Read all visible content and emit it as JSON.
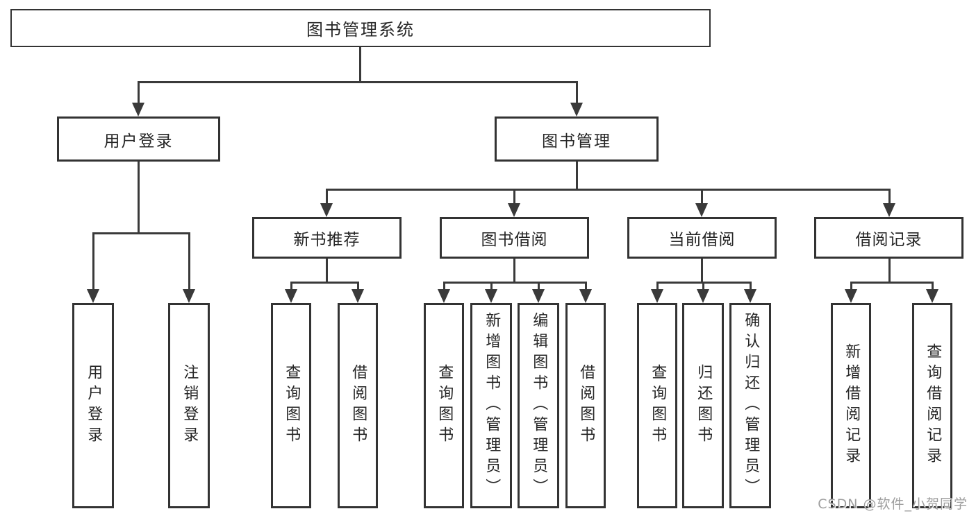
{
  "diagram": {
    "root": {
      "label": "图书管理系统"
    },
    "branches": [
      {
        "label": "用户登录",
        "children": [
          {
            "label": "用户登录"
          },
          {
            "label": "注销登录"
          }
        ]
      },
      {
        "label": "图书管理",
        "children": [
          {
            "label": "新书推荐",
            "children": [
              {
                "label": "查询图书"
              },
              {
                "label": "借阅图书"
              }
            ]
          },
          {
            "label": "图书借阅",
            "children": [
              {
                "label": "查询图书"
              },
              {
                "label": "新增图书（管理员）"
              },
              {
                "label": "编辑图书（管理员）"
              },
              {
                "label": "借阅图书"
              }
            ]
          },
          {
            "label": "当前借阅",
            "children": [
              {
                "label": "查询图书"
              },
              {
                "label": "归还图书"
              },
              {
                "label": "确认归还（管理员）"
              }
            ]
          },
          {
            "label": "借阅记录",
            "children": [
              {
                "label": "新增借阅记录"
              },
              {
                "label": "查询借阅记录"
              }
            ]
          }
        ]
      }
    ]
  },
  "watermark": {
    "text": "CSDN @软件_小贺同学"
  },
  "colors": {
    "line": "#3a3a3a",
    "border": "#333333",
    "text": "#262626",
    "background": "#ffffff",
    "watermark": "#9e9e9e"
  }
}
